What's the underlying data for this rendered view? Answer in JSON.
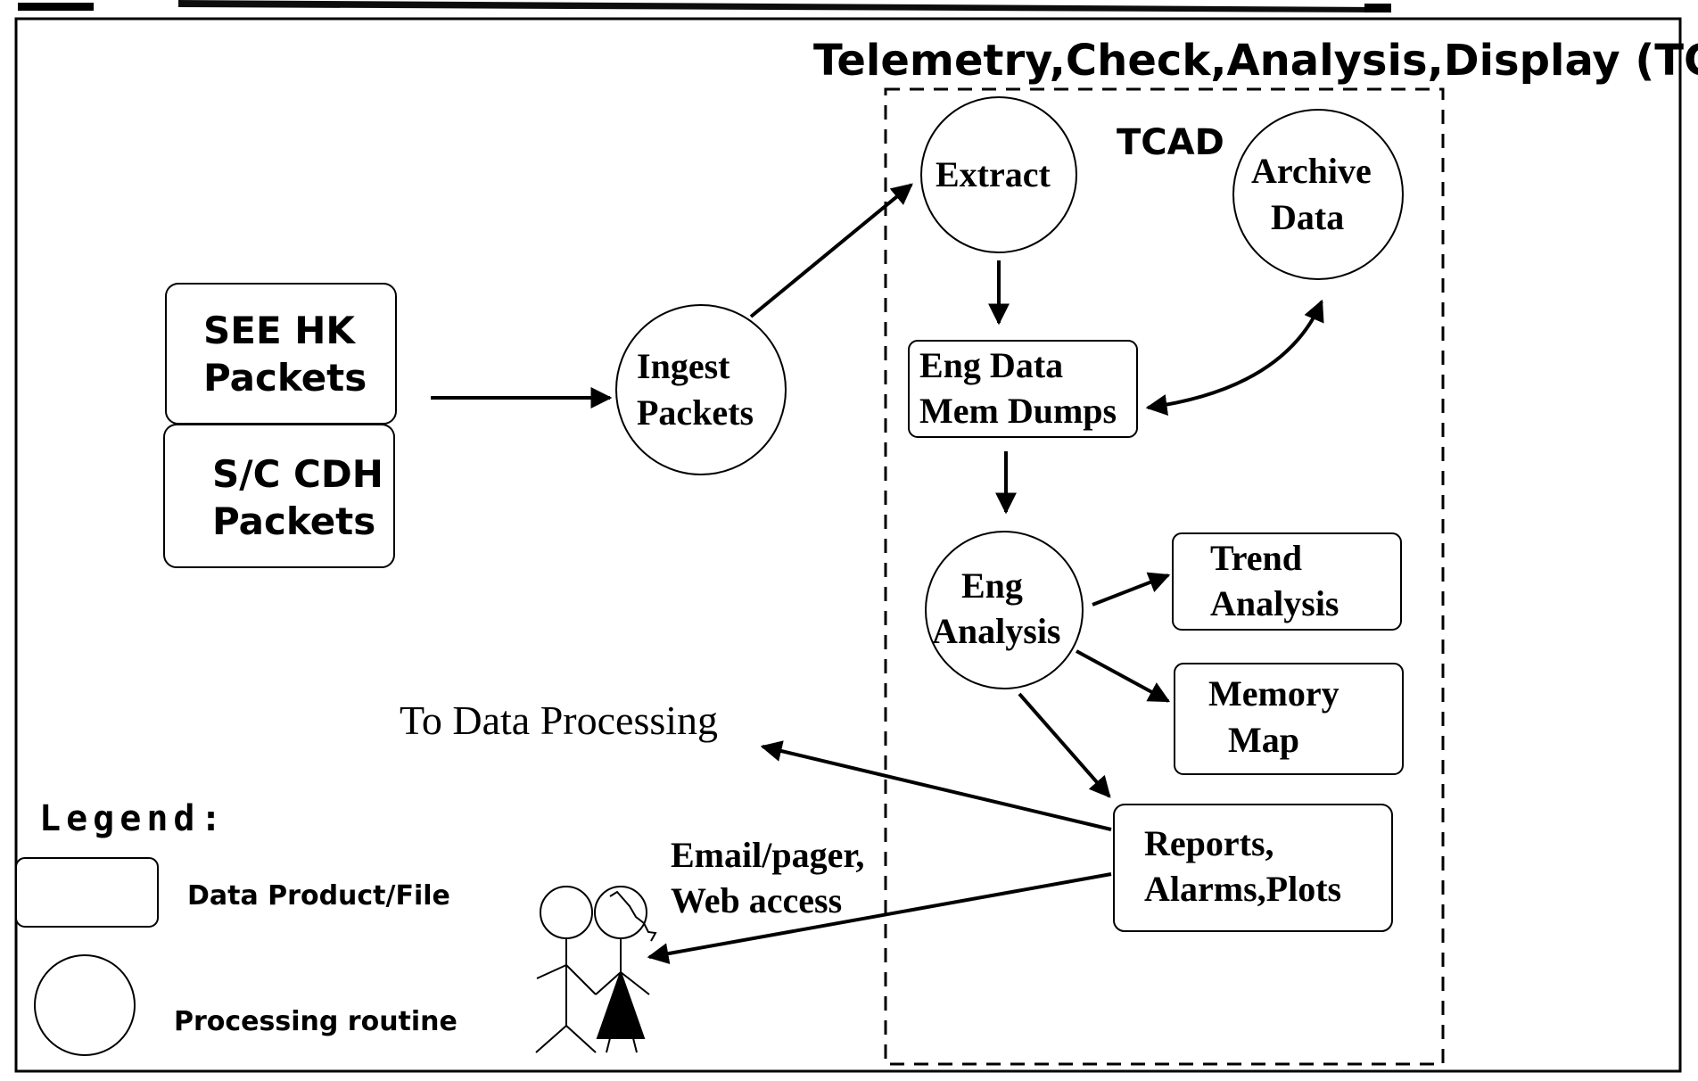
{
  "diagram": {
    "top_banner_fragment": "",
    "tcad_region": {
      "header": "Telemetry,Check,Analysis,Display (TCAD)",
      "inner_label": "TCAD"
    },
    "inputs": {
      "see_hk": [
        "SEE HK",
        "Packets"
      ],
      "sc_cdh": [
        "S/C CDH",
        "Packets"
      ]
    },
    "processes": {
      "ingest": [
        "Ingest",
        "Packets"
      ],
      "extract": [
        "Extract"
      ],
      "archive": [
        "Archive",
        "Data"
      ],
      "eng_analysis": [
        "Eng",
        "Analysis"
      ]
    },
    "products": {
      "eng_data": [
        "Eng Data",
        "Mem Dumps"
      ],
      "trend": [
        "Trend",
        "Analysis"
      ],
      "memory_map": [
        "Memory",
        "Map"
      ],
      "reports": [
        "Reports,",
        "Alarms,Plots"
      ]
    },
    "annotations": {
      "to_data_processing": "To Data Processing",
      "email": [
        "Email/pager,",
        "Web access"
      ]
    },
    "legend": {
      "title": "Legend:",
      "data_product": "Data Product/File",
      "processing_routine": "Processing routine"
    }
  }
}
